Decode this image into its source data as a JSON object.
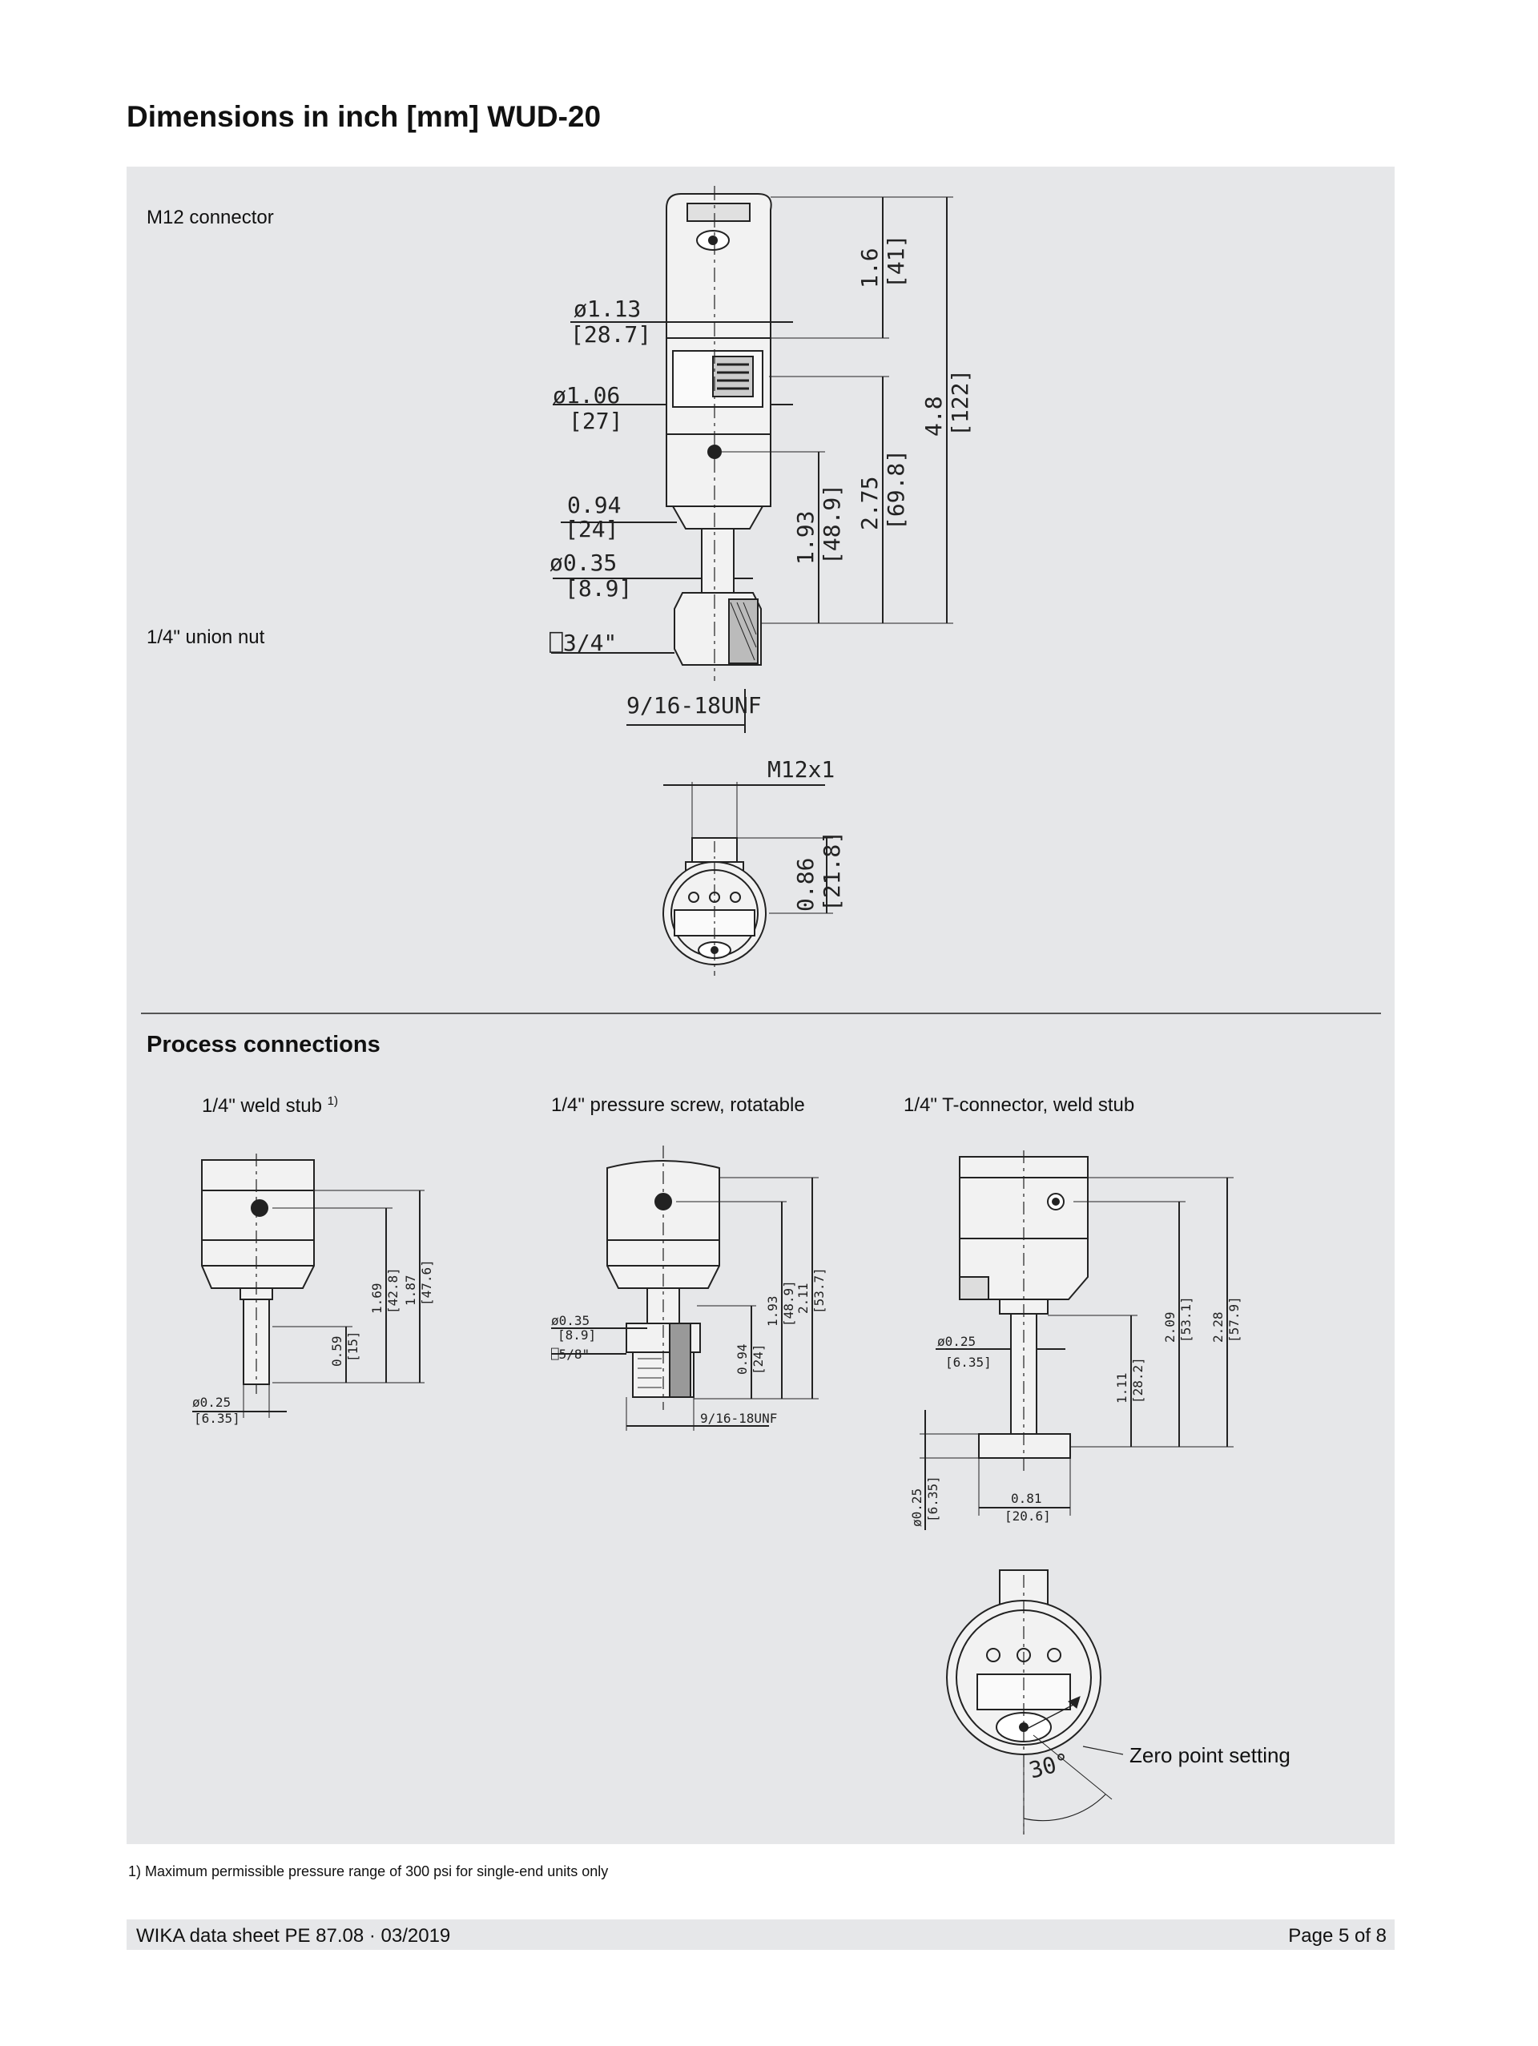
{
  "page": {
    "title": "Dimensions in inch [mm] WUD-20",
    "footnote": "1) Maximum permissible pressure range of 300 psi for single-end units only",
    "footer_left": "WIKA data sheet PE 87.08 · 03/2019",
    "footer_right": "Page 5 of 8"
  },
  "main_drawing": {
    "label_top": "M12 connector",
    "label_bottom": "1/4\" union nut",
    "dims": {
      "d113_in": "ø1.13",
      "d113_mm": "[28.7]",
      "d106_in": "ø1.06",
      "d106_mm": "[27]",
      "d094_in": "0.94",
      "d094_mm": "[24]",
      "d035_in": "ø0.35",
      "d035_mm": "[8.9]",
      "hex": "⎕3/4\"",
      "thread": "9/16-18UNF",
      "h16_in": "1.6",
      "h16_mm": "[41]",
      "h48_in": "4.8",
      "h48_mm": "[122]",
      "h275_in": "2.75",
      "h275_mm": "[69.8]",
      "h193_in": "1.93",
      "h193_mm": "[48.9]",
      "m12": "M12x1",
      "h086_in": "0.86",
      "h086_mm": "[21.8]"
    }
  },
  "process_connections": {
    "heading": "Process connections",
    "weld_stub": {
      "label": "1/4\" weld stub",
      "sup": "1)",
      "dims": {
        "d025_in": "ø0.25",
        "d025_mm": "[6.35]",
        "h169_in": "1.69",
        "h169_mm": "[42.8]",
        "h187_in": "1.87",
        "h187_mm": "[47.6]",
        "h059_in": "0.59",
        "h059_mm": "[15]"
      }
    },
    "pressure_screw": {
      "label": "1/4\" pressure screw, rotatable",
      "dims": {
        "d035_in": "ø0.35",
        "d035_mm": "[8.9]",
        "hex": "⎕5/8\"",
        "h193_in": "1.93",
        "h193_mm": "[48.9]",
        "h211_in": "2.11",
        "h211_mm": "[53.7]",
        "h094_in": "0.94",
        "h094_mm": "[24]",
        "thread": "9/16-18UNF"
      }
    },
    "t_connector": {
      "label": "1/4\" T-connector, weld stub",
      "dims": {
        "d025_in": "ø0.25",
        "d025_mm": "[6.35]",
        "h209_in": "2.09",
        "h209_mm": "[53.1]",
        "h228_in": "2.28",
        "h228_mm": "[57.9]",
        "h111_in": "1.11",
        "h111_mm": "[28.2]",
        "d025b_in": "ø0.25",
        "d025b_mm": "[6.35]",
        "w081_in": "0.81",
        "w081_mm": "[20.6]",
        "angle": "30°"
      },
      "zero_point": "Zero point setting"
    }
  }
}
